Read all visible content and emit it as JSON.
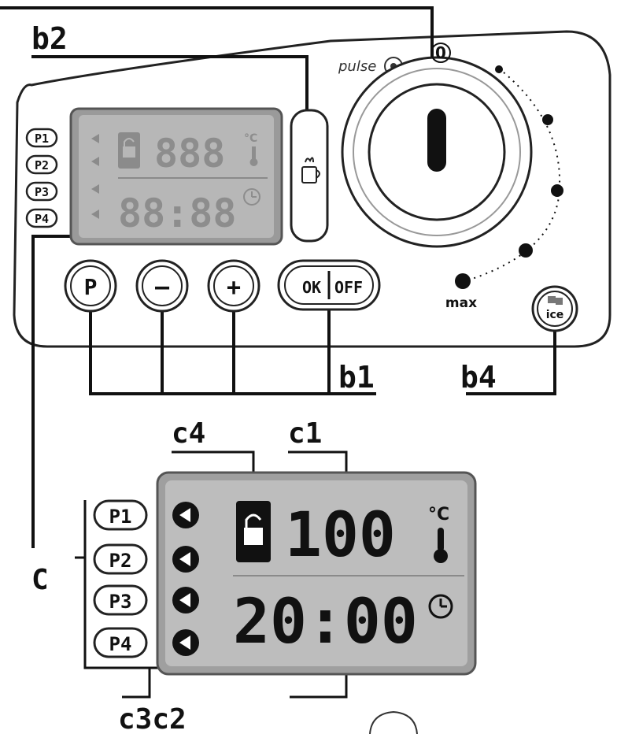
{
  "brand": {
    "name": "pulse"
  },
  "callouts": {
    "b1": "b1",
    "b2": "b2",
    "b4": "b4",
    "c": "C",
    "c1": "c1",
    "c4": "c4",
    "c3c2": "c3c2"
  },
  "programs": [
    "P1",
    "P2",
    "P3",
    "P4"
  ],
  "buttons": {
    "p": "P",
    "minus": "–",
    "plus": "+",
    "ok": "OK",
    "off": "OFF",
    "ice": "ice"
  },
  "knob": {
    "zero_label": "0",
    "max_label": "max"
  },
  "small_display": {
    "temp": "888",
    "time": "88:88",
    "unit": "°C"
  },
  "large_display": {
    "temp": "100",
    "time": "20:00",
    "unit": "°C"
  },
  "icons": {
    "lock": "lock-icon",
    "thermometer": "thermometer-icon",
    "clock": "clock-icon",
    "cup": "cup-icon",
    "ice": "ice-cubes-icon"
  }
}
